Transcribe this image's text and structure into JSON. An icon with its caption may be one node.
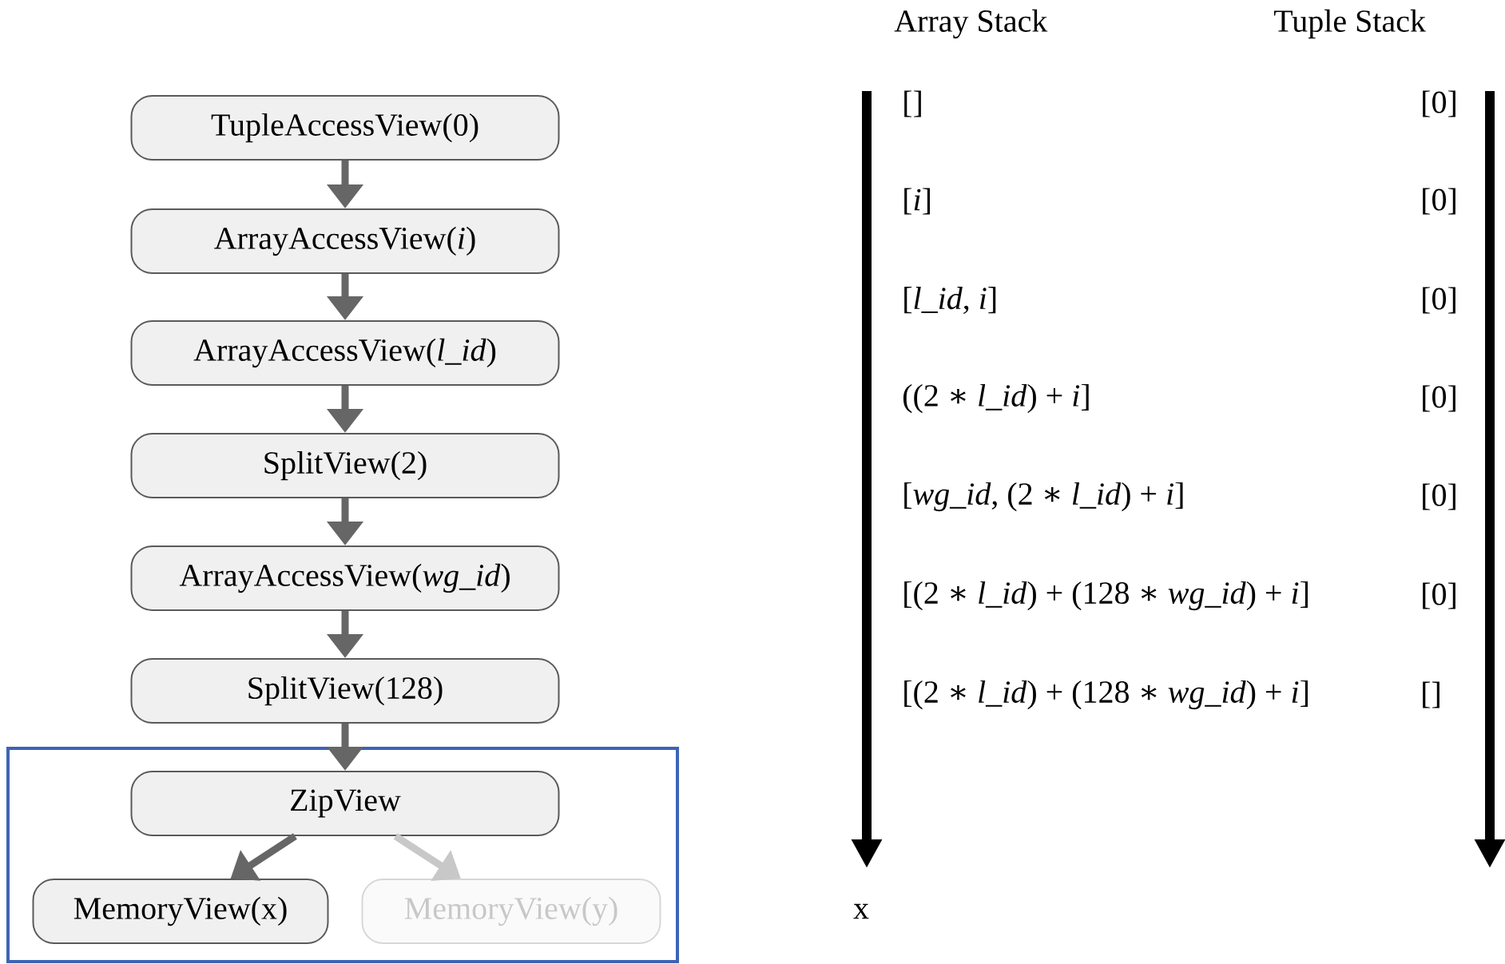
{
  "diagram": {
    "nodes": [
      {
        "text": [
          "TupleAccessView(0)"
        ]
      },
      {
        "text": [
          "ArrayAccessView(*i*)"
        ]
      },
      {
        "text": [
          "ArrayAccessView(*l_id*)"
        ]
      },
      {
        "text": [
          "SplitView(2)"
        ]
      },
      {
        "text": [
          "ArrayAccessView(*wg_id*)"
        ]
      },
      {
        "text": [
          "SplitView(128)"
        ]
      },
      {
        "text": [
          "ZipView"
        ]
      },
      {
        "text": [
          "MemoryView(x)"
        ]
      },
      {
        "text": [
          "MemoryView(y)"
        ]
      }
    ],
    "edges": [
      {
        "from": 0,
        "to": 1,
        "arrow": "to"
      },
      {
        "from": 1,
        "to": 2,
        "arrow": "to"
      },
      {
        "from": 2,
        "to": 3,
        "arrow": "to"
      },
      {
        "from": 3,
        "to": 4,
        "arrow": "to"
      },
      {
        "from": 4,
        "to": 5,
        "arrow": "to"
      },
      {
        "from": 5,
        "to": 6,
        "arrow": "to"
      },
      {
        "from": 6,
        "to": 7,
        "arrow": "to"
      },
      {
        "from": 6,
        "to": 8,
        "arrow": "to",
        "color": "#c8c8c8"
      }
    ],
    "labels": [
      "Array Stack",
      "Tuple Stack",
      "[]",
      "[0]",
      "[*i*]",
      "[0]",
      "[*l_id*, *i*]",
      "[0]",
      "((2 ∗ *l_id*) + *i*]",
      "[0]",
      "[*wg_id*, (2 ∗ *l_id*) + *i*]",
      "[0]",
      "[(2 ∗ *l_id*) + (128 ∗ *wg_id*) + *i*]",
      "[0]",
      "[(2 ∗ *l_id*) + (128 ∗ *wg_id*) + *i*]",
      "[]",
      "x"
    ]
  }
}
